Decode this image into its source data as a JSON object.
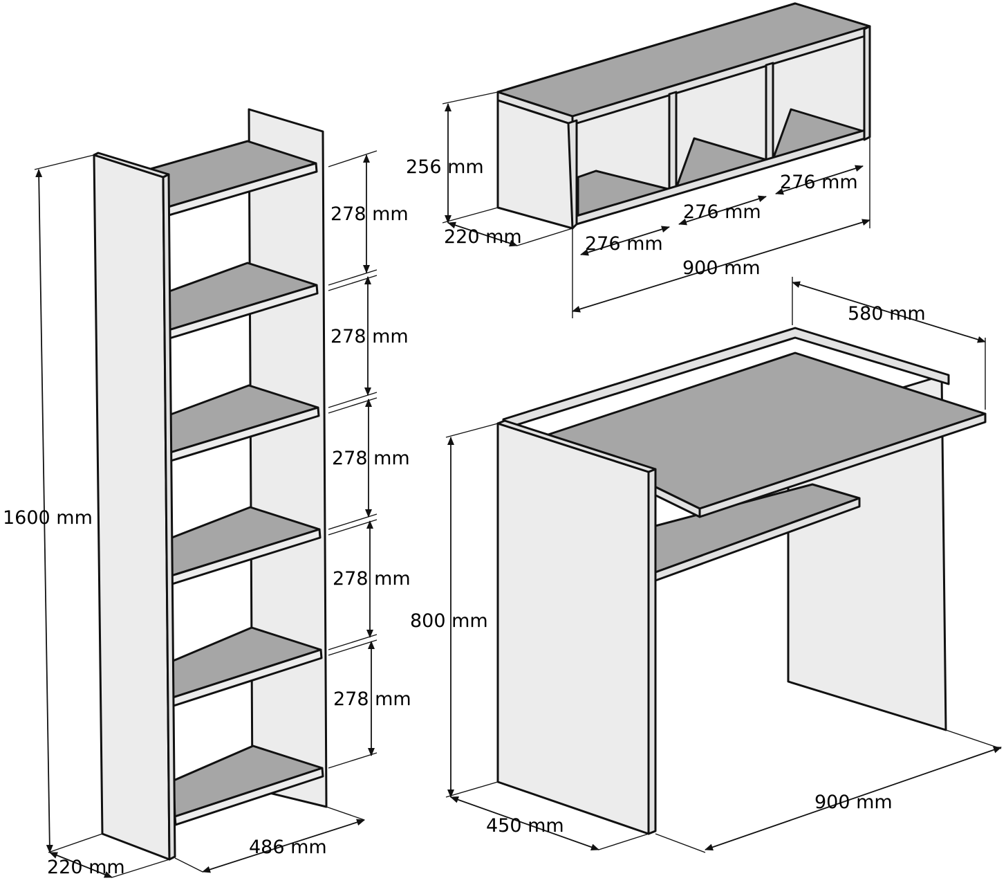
{
  "bookcase": {
    "height": "1600 mm",
    "depth": "220 mm",
    "width": "486 mm",
    "shelf_spacing": [
      "278 mm",
      "278 mm",
      "278 mm",
      "278 mm",
      "278 mm"
    ]
  },
  "wall_shelf": {
    "height": "256 mm",
    "depth": "220 mm",
    "width": "900 mm",
    "compartments": [
      "276 mm",
      "276 mm",
      "276 mm"
    ]
  },
  "desk": {
    "height": "800 mm",
    "depth": "450 mm",
    "width": "900 mm",
    "top_depth": "580 mm"
  },
  "colors": {
    "line": "#111111",
    "panel": "#ececec",
    "shelf": "#a6a6a6",
    "background": "#ffffff"
  }
}
